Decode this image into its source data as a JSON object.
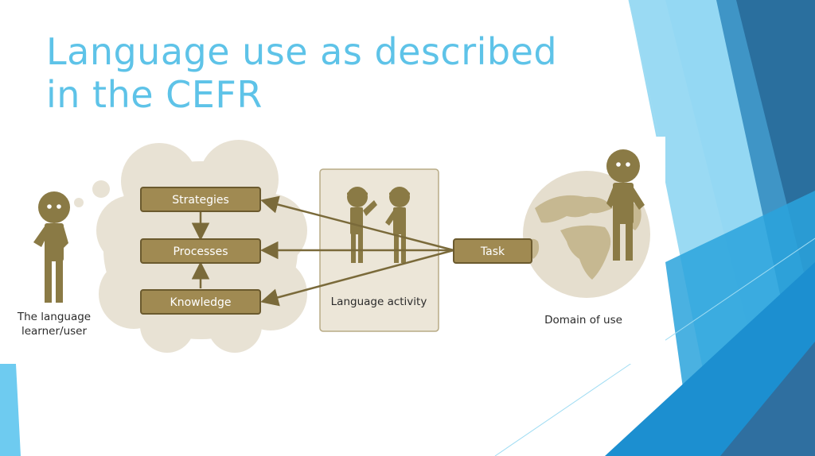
{
  "slide": {
    "title_line1": "Language use as described",
    "title_line2": "in the CEFR"
  },
  "diagram": {
    "boxes": {
      "strategies": "Strategies",
      "processes": "Processes",
      "knowledge": "Knowledge",
      "task": "Task"
    },
    "captions": {
      "learner_line1": "The language",
      "learner_line2": "learner/user",
      "activity": "Language activity",
      "domain": "Domain of use"
    }
  },
  "colors": {
    "title": "#5ec3e8",
    "box_fill": "#a08a52",
    "box_stroke": "#6b5a2e",
    "cloud": "#e8e2d4",
    "figure": "#8a7a45",
    "globe_sea": "#e5dece",
    "globe_land": "#c6b891",
    "accent_blue": "#1e8fd0",
    "accent_light": "#a9e0f5"
  }
}
